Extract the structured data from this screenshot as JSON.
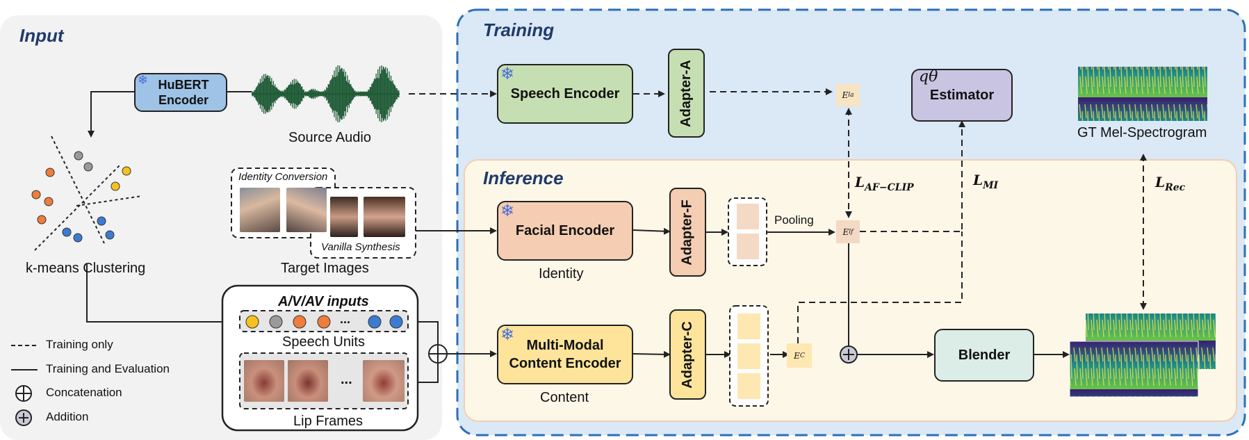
{
  "sections": {
    "input": "Input",
    "training": "Training",
    "inference": "Inference"
  },
  "blocks": {
    "hubert": "HuBERT Encoder",
    "speech_encoder": "Speech Encoder",
    "adapter_a": "Adapter-A",
    "estimator": "Estimator",
    "estimator_symbol": "qθ",
    "facial_encoder": "Facial Encoder",
    "adapter_f": "Adapter-F",
    "mm_encoder_line1": "Multi-Modal",
    "mm_encoder_line2": "Content Encoder",
    "adapter_c": "Adapter-C",
    "blender": "Blender"
  },
  "labels": {
    "source_audio": "Source Audio",
    "kmeans": "k-means Clustering",
    "target_images": "Target Images",
    "identity_conversion": "Identity Conversion",
    "vanilla_synthesis": "Vanilla Synthesis",
    "av_inputs": "A/V/AV inputs",
    "speech_units": "Speech Units",
    "lip_frames": "Lip Frames",
    "identity": "Identity",
    "content": "Content",
    "pooling": "Pooling",
    "gt_mel": "GT Mel-Spectrogram",
    "ellipsis": "..."
  },
  "embeddings": {
    "e_la": "E",
    "e_la_sub": "la",
    "e_lf": "E",
    "e_lf_sub": "lf",
    "e_c": "E",
    "e_c_sub": "C"
  },
  "losses": {
    "af_clip": "L",
    "af_clip_sub": "AF−CLIP",
    "mi": "L",
    "mi_sub": "MI",
    "rec": "L",
    "rec_sub": "Rec"
  },
  "legend": [
    {
      "symbol": "dashed-line",
      "text": "Training only"
    },
    {
      "symbol": "solid-line",
      "text": "Training and Evaluation"
    },
    {
      "symbol": "circle-plus",
      "text": "Concatenation"
    },
    {
      "symbol": "filled-circle-plus",
      "text": "Addition"
    }
  ],
  "colors": {
    "input_panel": "#f2f2f2",
    "training_panel": "#dbe8f5",
    "inference_panel": "#fdf7e8",
    "dashed_border": "#2c6fb5",
    "speech_encoder": "#c6dfb2",
    "hubert": "#9ec3e6",
    "estimator": "#c9c4e2",
    "facial": "#f4cdb2",
    "mm_encoder": "#fde49a",
    "blender": "#dcece6",
    "unit_orange": "#ef7d3c",
    "unit_gray": "#9a9a9a",
    "unit_yellow": "#f5c21d",
    "unit_blue": "#3d7bd2"
  }
}
